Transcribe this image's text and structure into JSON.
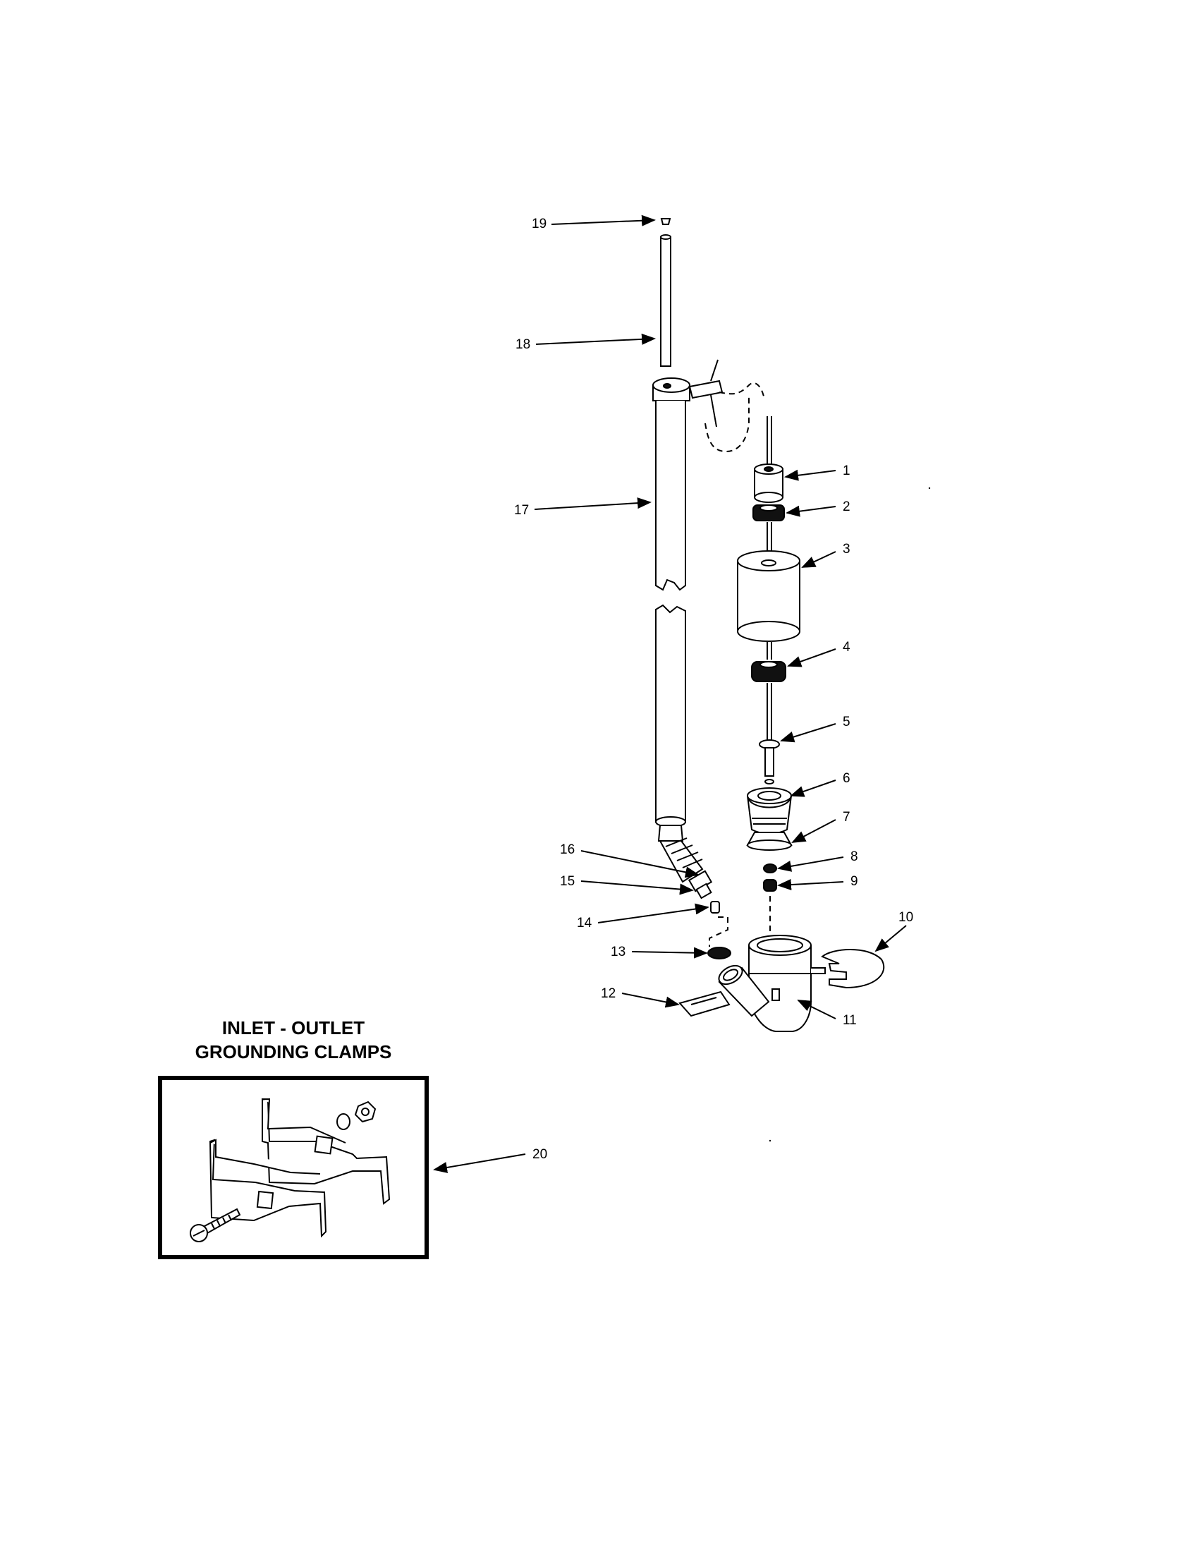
{
  "inset": {
    "title_line1": "INLET - OUTLET",
    "title_line2": "GROUNDING CLAMPS"
  },
  "callouts": {
    "c1": "1",
    "c2": "2",
    "c3": "3",
    "c4": "4",
    "c5": "5",
    "c6": "6",
    "c7": "7",
    "c8": "8",
    "c9": "9",
    "c10": "10",
    "c11": "11",
    "c12": "12",
    "c13": "13",
    "c14": "14",
    "c15": "15",
    "c16": "16",
    "c17": "17",
    "c18": "18",
    "c19": "19",
    "c20": "20"
  }
}
